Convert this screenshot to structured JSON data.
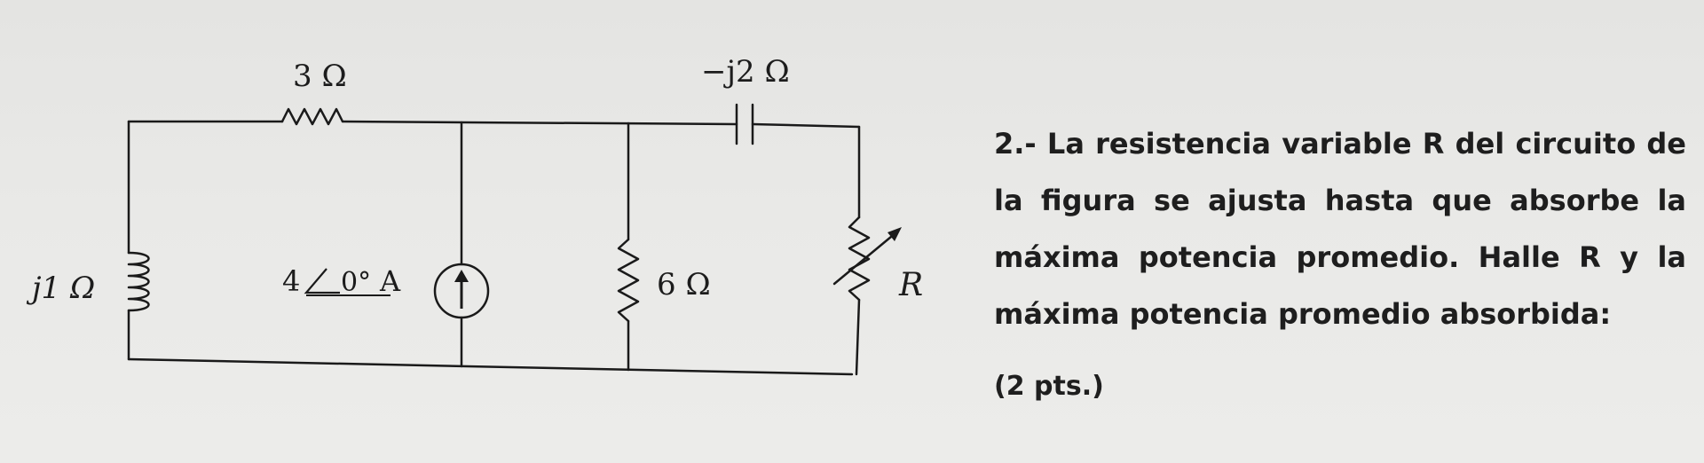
{
  "circuit": {
    "labels": {
      "r3": "3 Ω",
      "cap": "−j2 Ω",
      "ind": "j1 Ω",
      "source_mag": "4",
      "source_angle": "0°",
      "source_unit": "A",
      "r6": "6 Ω",
      "rvar": "R"
    }
  },
  "problem": {
    "lines": [
      "2.- La resistencia variable R del circuito de",
      "la figura se ajusta hasta que absorbe la",
      "máxima potencia promedio. Halle R y la",
      "máxima potencia promedio absorbida:"
    ],
    "points": "(2 pts.)"
  }
}
